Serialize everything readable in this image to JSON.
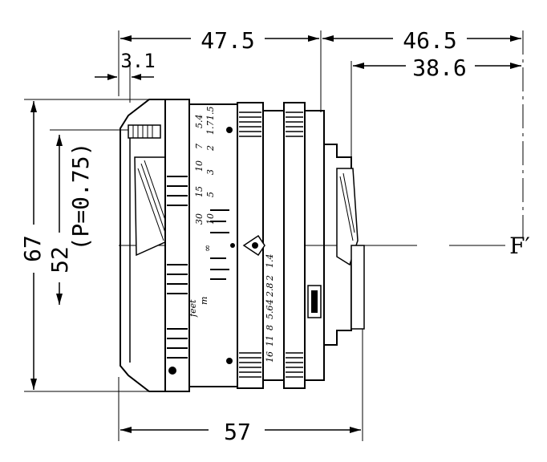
{
  "dimensions": {
    "top_left": "47.5",
    "top_right": "46.5",
    "rear": "38.6",
    "front_flange": "3.1",
    "height_outer": "67",
    "height_inner": "52",
    "pitch": "(P=0.75)",
    "bottom": "57"
  },
  "focal_label": "F′",
  "distance_scale": {
    "feet_label": "feet",
    "meter_label": "m",
    "feet_values": [
      "30",
      "15",
      "10",
      "7",
      "5.4"
    ],
    "meter_values": [
      "10",
      "5",
      "3",
      "2",
      "1.7",
      "1.5"
    ],
    "infinity": "∞"
  },
  "aperture_scale": [
    "16",
    "11",
    "8",
    "5.6",
    "4",
    "2.8",
    "2",
    "1.4"
  ]
}
